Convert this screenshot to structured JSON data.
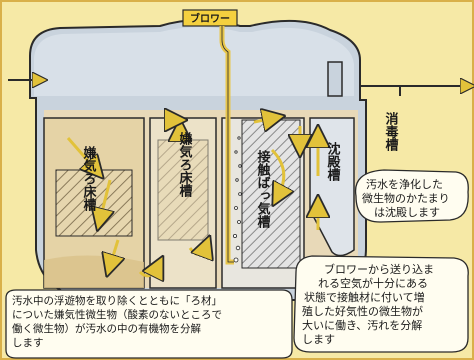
{
  "blower": "ブロワー",
  "chambers": {
    "anaerobic1": "嫌気ろ床槽",
    "anaerobic2": "嫌気ろ床槽",
    "contact_aeration": "接触ばっ気槽",
    "sedimentation": "沈殿槽",
    "disinfection": "消毒槽"
  },
  "captions": {
    "bottom_left": [
      "汚水中の浮遊物を取り除くとともに「ろ材」",
      "についた嫌気性微生物（酸素のないところで",
      "働く微生物）が汚水の中の有機物を分解",
      "します"
    ],
    "bottom_right": [
      "ブロワーから送り込ま",
      "れる空気が十分にある",
      "状態で接触材に付いて増",
      "殖した好気性の微生物が",
      "大いに働き、汚れを分解",
      "します"
    ],
    "right_middle": [
      "汚水を浄化した",
      "微生物のかたまり",
      "は沈殿します"
    ]
  },
  "colors": {
    "background": "#f6e9a6",
    "tank_body": "#c9d3dd",
    "water": "#e8d9b8",
    "sludge": "#d9c28a",
    "arrow": "#e2c23a",
    "pipe": "#e8c64a",
    "outline": "#2a2a2a"
  }
}
